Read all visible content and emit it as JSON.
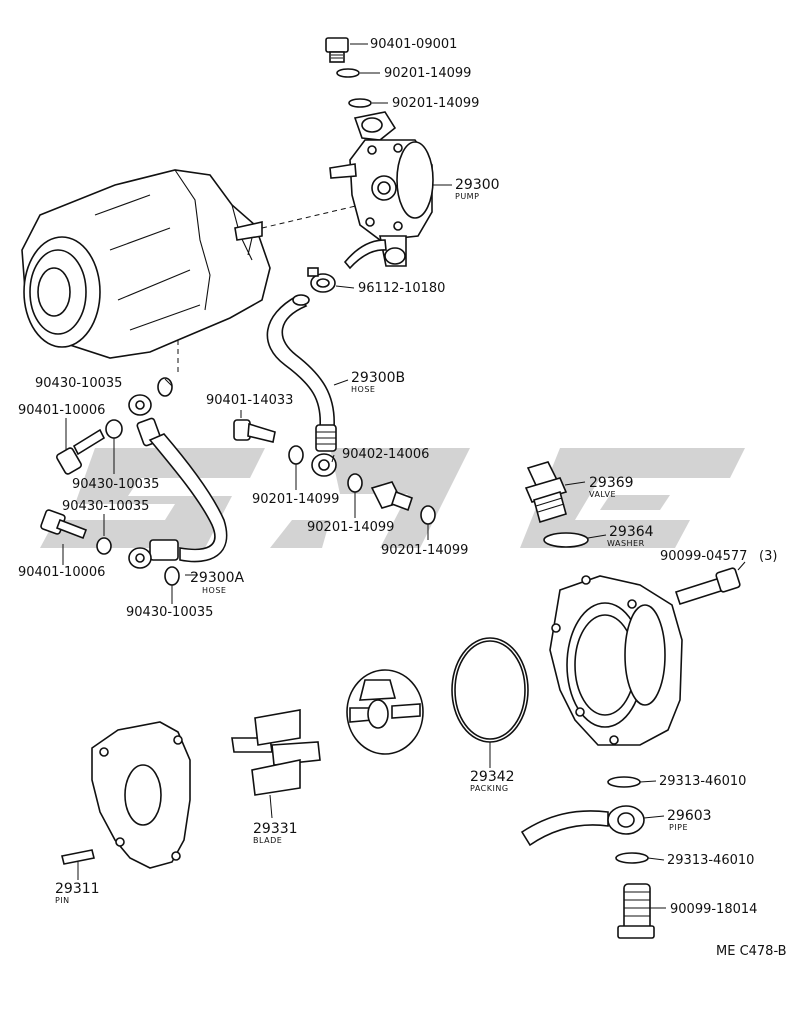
{
  "diagram_code": "ME C478-B",
  "watermark_colors": {
    "light": "#d3d3d3"
  },
  "parts": [
    {
      "id": "p1",
      "number": "90401-09001"
    },
    {
      "id": "p2",
      "number": "90201-14099"
    },
    {
      "id": "p3",
      "number": "90201-14099"
    },
    {
      "id": "p4",
      "number": "29300",
      "name": "PUMP"
    },
    {
      "id": "p5",
      "number": "96112-10180"
    },
    {
      "id": "p6",
      "number": "29300B",
      "name": "HOSE"
    },
    {
      "id": "p7",
      "number": "90430-10035"
    },
    {
      "id": "p8",
      "number": "90401-14033"
    },
    {
      "id": "p9",
      "number": "90401-10006"
    },
    {
      "id": "p10",
      "number": "90430-10035"
    },
    {
      "id": "p11",
      "number": "90402-14006"
    },
    {
      "id": "p12",
      "number": "90201-14099"
    },
    {
      "id": "p13",
      "number": "90430-10035"
    },
    {
      "id": "p14",
      "number": "90201-14099"
    },
    {
      "id": "p15",
      "number": "29369",
      "name": "VALVE"
    },
    {
      "id": "p16",
      "number": "90201-14099"
    },
    {
      "id": "p17",
      "number": "90401-10006"
    },
    {
      "id": "p18",
      "number": "29300A",
      "name": "HOSE"
    },
    {
      "id": "p19",
      "number": "29364",
      "name": "WASHER"
    },
    {
      "id": "p20",
      "number": "90099-04577",
      "qty": "(3)"
    },
    {
      "id": "p21",
      "number": "90430-10035"
    },
    {
      "id": "p22",
      "number": "29342",
      "name": "PACKING"
    },
    {
      "id": "p23",
      "number": "29313-46010"
    },
    {
      "id": "p24",
      "number": "29603",
      "name": "PIPE"
    },
    {
      "id": "p25",
      "number": "29331",
      "name": "BLADE"
    },
    {
      "id": "p26",
      "number": "29313-46010"
    },
    {
      "id": "p27",
      "number": "29311",
      "name": "PIN"
    },
    {
      "id": "p28",
      "number": "90099-18014"
    }
  ]
}
